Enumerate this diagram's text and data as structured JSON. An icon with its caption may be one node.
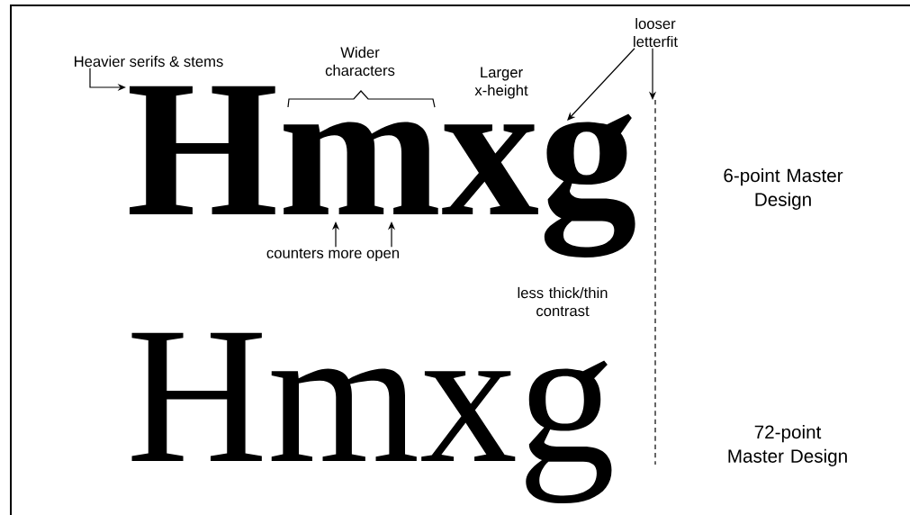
{
  "diagram": {
    "nodes": [
      {
        "text": [
          "Heavier serifs & stems"
        ]
      },
      {
        "text": [
          "looser letterfit"
        ]
      },
      {
        "text": [
          "Hmxg"
        ]
      },
      {
        "text": [
          "counters more open"
        ]
      },
      {
        "text": [
          "Hmxg"
        ]
      }
    ],
    "edges": [
      {
        "from": 0,
        "to": 2,
        "arrow": "to"
      },
      {
        "from": 1,
        "to": 2,
        "arrow": "to"
      },
      {
        "from": 1,
        "to": 2,
        "arrow": "to"
      },
      {
        "from": 3,
        "to": 2,
        "arrow": "to"
      },
      {
        "from": 3,
        "to": 2,
        "arrow": "to"
      }
    ],
    "labels": [
      "Wider characters",
      "Larger x-height",
      "6-point Master Design",
      "less thick/thin contrast",
      "72-point Master Design"
    ]
  }
}
